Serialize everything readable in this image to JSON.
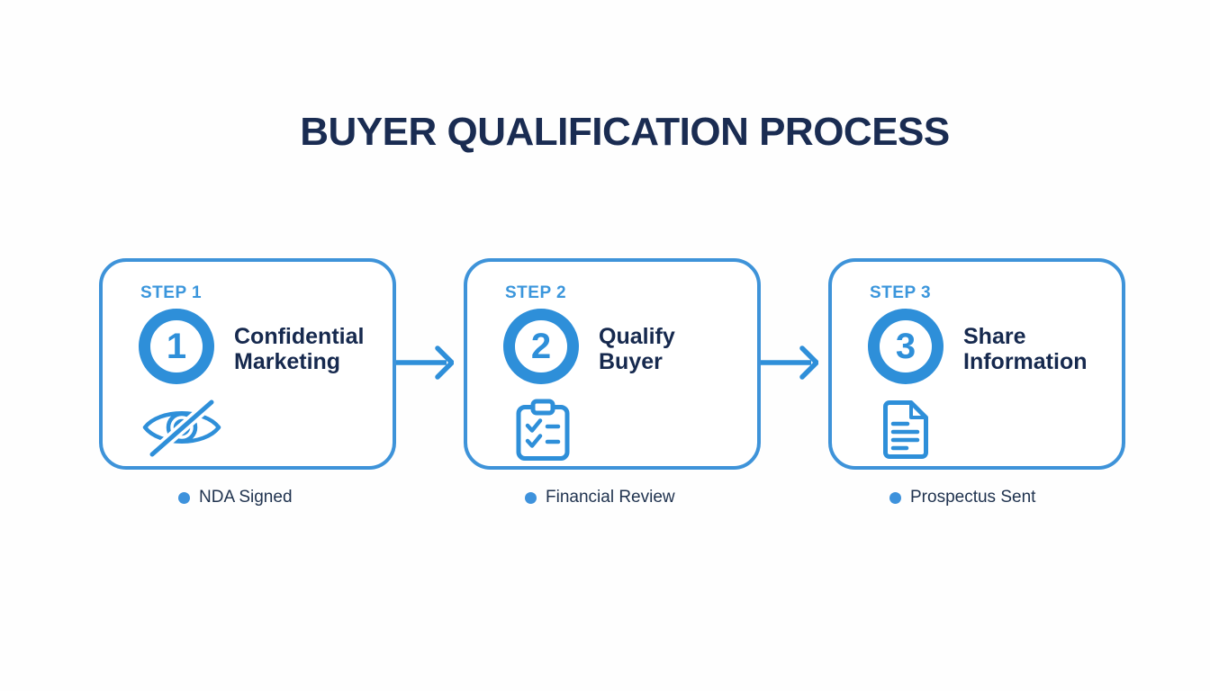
{
  "title": "BUYER QUALIFICATION PROCESS",
  "colors": {
    "accent_blue": "#3e93d9",
    "badge_blue": "#2e8fd9",
    "navy_text": "#1a2c52"
  },
  "steps": [
    {
      "label": "STEP 1",
      "number": "1",
      "name": "Confidential\nMarketing",
      "icon": "eye-slash-icon",
      "status": "NDA Signed"
    },
    {
      "label": "STEP 2",
      "number": "2",
      "name": "Qualify\nBuyer",
      "icon": "clipboard-checklist-icon",
      "status": "Financial Review"
    },
    {
      "label": "STEP 3",
      "number": "3",
      "name": "Share\nInformation",
      "icon": "document-icon",
      "status": "Prospectus Sent"
    }
  ]
}
